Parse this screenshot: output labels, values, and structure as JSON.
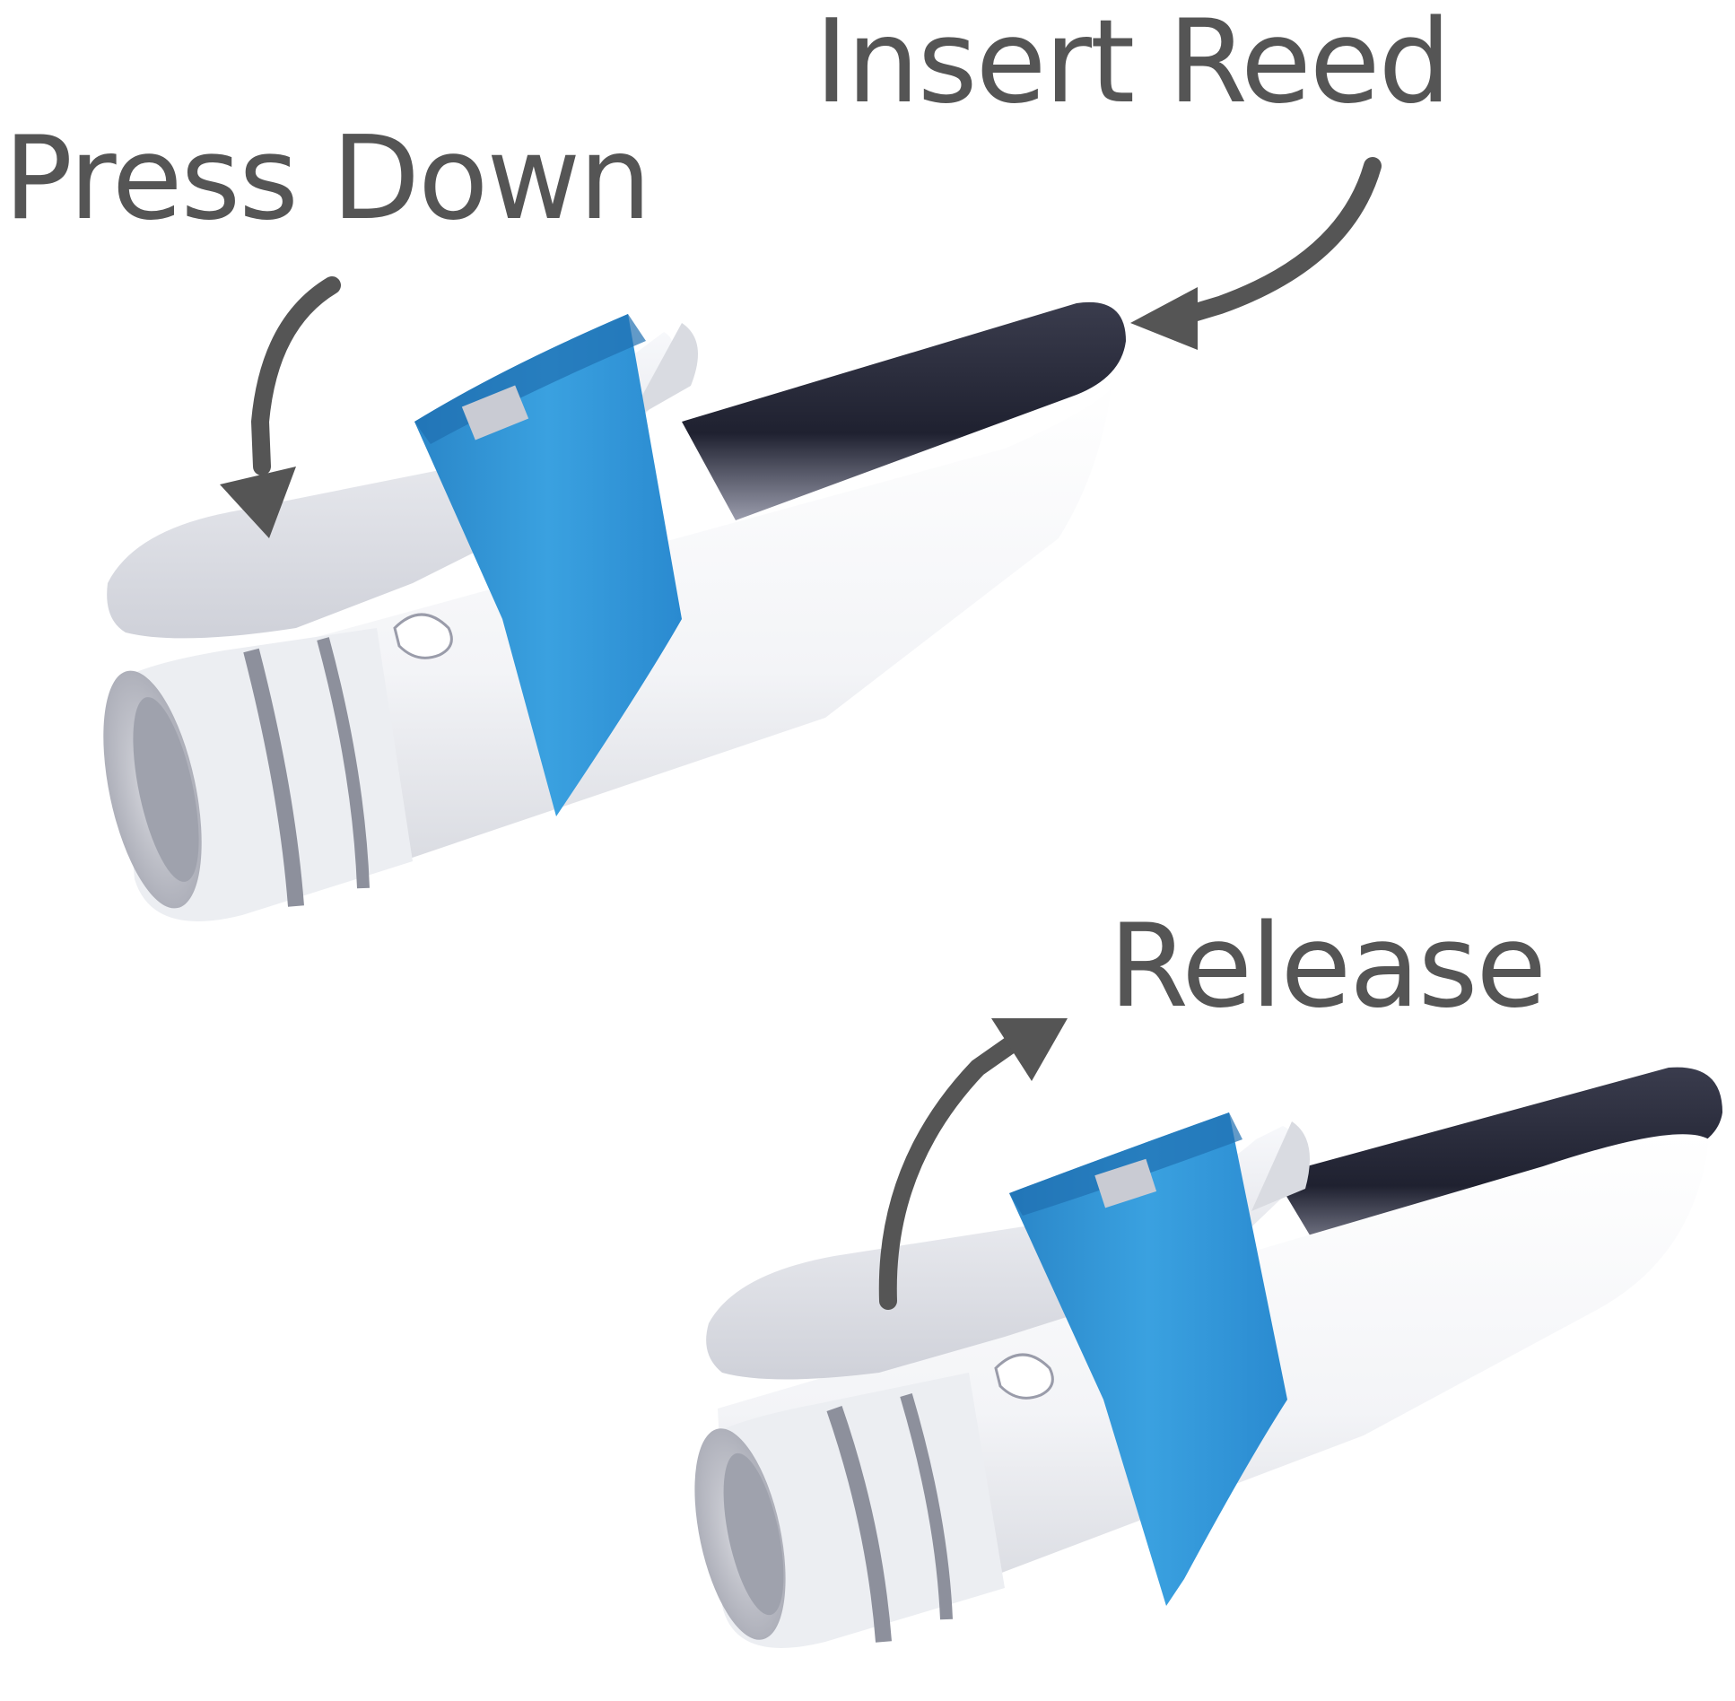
{
  "labels": {
    "press_down": "Press Down",
    "insert_reed": "Insert Reed",
    "release": "Release"
  },
  "colors": {
    "label_text": "#555555",
    "arrow": "#555555",
    "ligature_band": "#2f95d6",
    "ligature_band_dark": "#1f78b8",
    "mouthpiece_body": "#f4f5f8",
    "mouthpiece_shadow": "#c7c9d1",
    "mouthpiece_tip": "#2c2e3d",
    "clip_lever": "#e4e5ea"
  },
  "illustrations": [
    {
      "name": "mouthpiece-with-ligature-press",
      "state": "pressed"
    },
    {
      "name": "mouthpiece-with-ligature-release",
      "state": "released"
    }
  ]
}
